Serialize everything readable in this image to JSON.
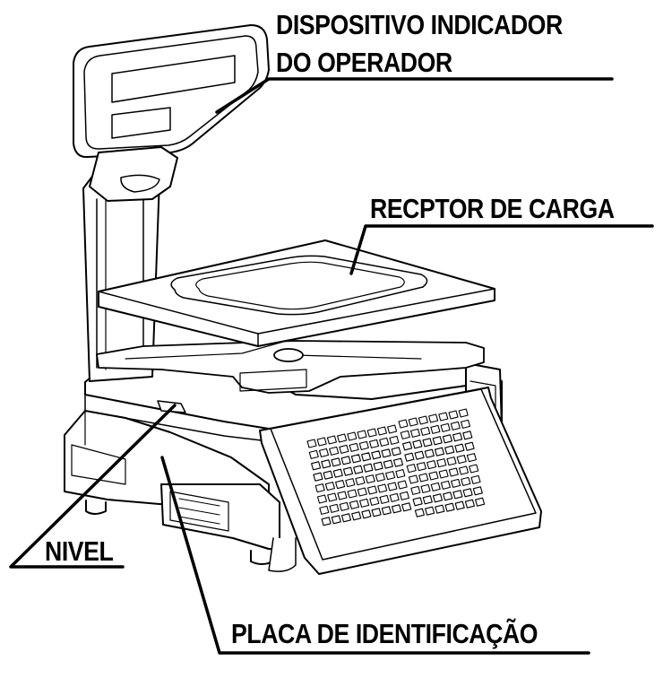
{
  "labels": {
    "display_line1": "DISPOSITIVO INDICADOR",
    "display_line2": "DO OPERADOR",
    "load_receptor": "RECPTOR DE CARGA",
    "level": "NIVEL",
    "id_plate": "PLACA DE IDENTIFICAÇÃO"
  },
  "colors": {
    "line": "#000000",
    "background": "#ffffff"
  }
}
